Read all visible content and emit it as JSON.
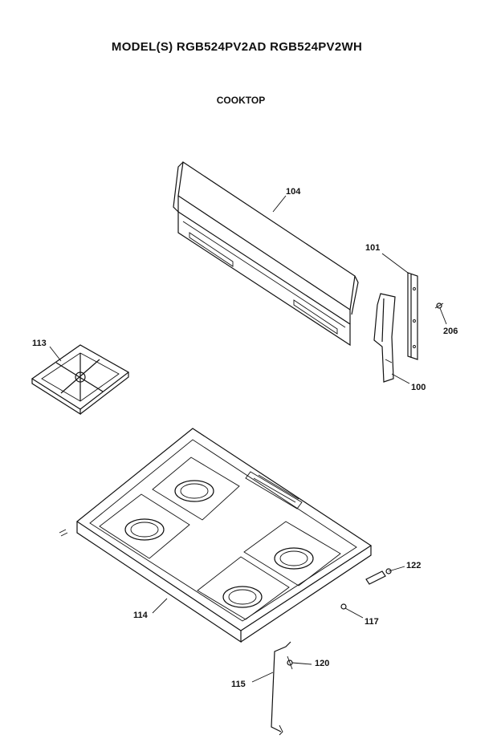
{
  "header": {
    "model_line": "MODEL(S) RGB524PV2AD  RGB524PV2WH",
    "section": "COOKTOP"
  },
  "parts": {
    "p104": "104",
    "p101": "101",
    "p206": "206",
    "p113": "113",
    "p100": "100",
    "p122": "122",
    "p114": "114",
    "p117": "117",
    "p120": "120",
    "p115": "115"
  }
}
